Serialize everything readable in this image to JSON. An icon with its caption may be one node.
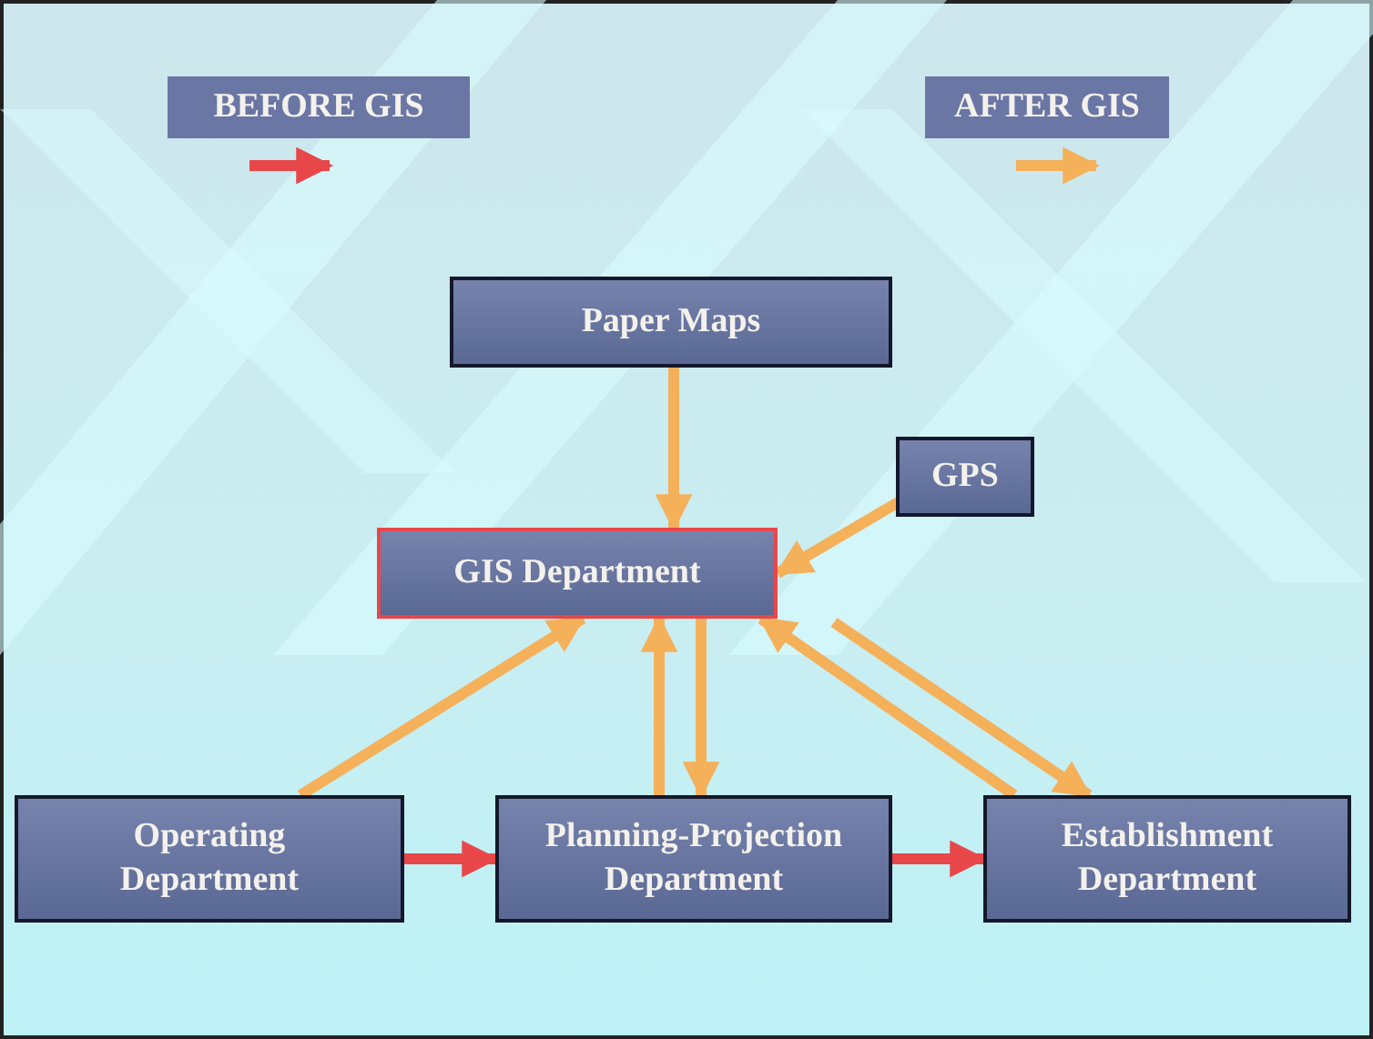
{
  "diagram": {
    "nodes": [
      {
        "text": [
          "Paper Maps"
        ]
      },
      {
        "text": [
          "GPS"
        ]
      },
      {
        "text": [
          "GIS Department"
        ]
      },
      {
        "text": [
          "Operating Department"
        ]
      },
      {
        "text": [
          "Planning-Projection Department"
        ]
      },
      {
        "text": [
          "Establishment Department"
        ]
      }
    ],
    "edges": [
      {
        "from": 0,
        "to": 2,
        "arrow": "to"
      },
      {
        "from": 1,
        "to": 2,
        "arrow": "to"
      },
      {
        "from": 3,
        "to": 2,
        "arrow": "to"
      },
      {
        "from": 4,
        "to": 2,
        "arrow": "to"
      },
      {
        "from": 2,
        "to": 4,
        "arrow": "to"
      },
      {
        "from": 5,
        "to": 2,
        "arrow": "to"
      },
      {
        "from": 2,
        "to": 5,
        "arrow": "to"
      },
      {
        "from": 3,
        "to": 4,
        "arrow": "to",
        "color": "#e8474a"
      },
      {
        "from": 4,
        "to": 5,
        "arrow": "to",
        "color": "#e8474a"
      }
    ],
    "legend": [
      {
        "text": "BEFORE GIS"
      },
      {
        "text": "AFTER GIS"
      }
    ]
  }
}
